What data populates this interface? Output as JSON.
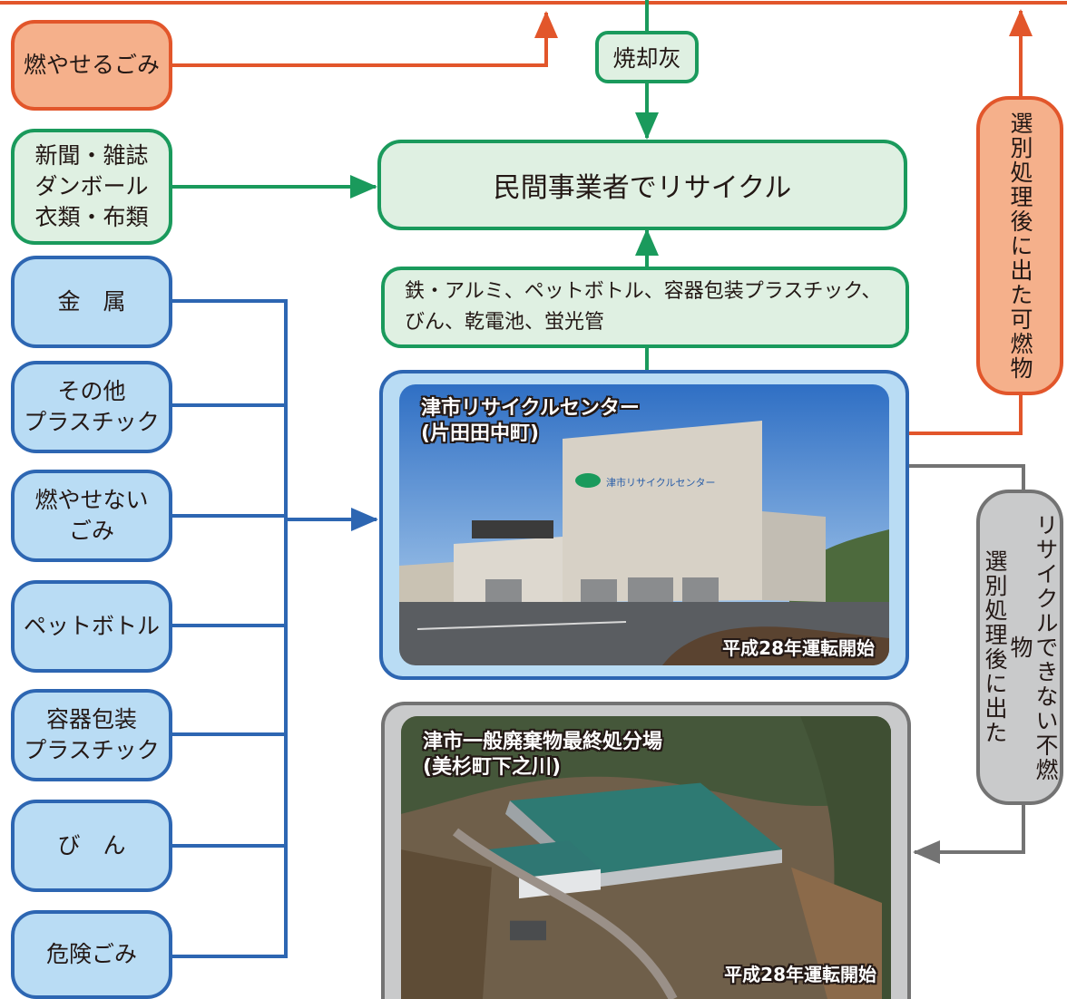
{
  "sources": {
    "burnable": "燃やせるごみ",
    "paper": [
      "新聞・雑誌",
      "ダンボール",
      "衣類・布類"
    ],
    "metal": "金　属",
    "other_plastic": [
      "その他",
      "プラスチック"
    ],
    "nonburnable": [
      "燃やせない",
      "ごみ"
    ],
    "pet": "ペットボトル",
    "container": [
      "容器包装",
      "プラスチック"
    ],
    "bottle": "び　ん",
    "hazardous": "危険ごみ"
  },
  "ash_label": "焼却灰",
  "private_recycle": "民間事業者でリサイクル",
  "recycle_materials": [
    "鉄・アルミ、ペットボトル、容器包装プラスチック、",
    "びん、乾電池、蛍光管"
  ],
  "recycle_center": {
    "name": "津市リサイクルセンター",
    "place": "(片田田中町)",
    "sign": "津市リサイクルセンター",
    "note": "平成28年運転開始"
  },
  "landfill": {
    "name": "津市一般廃棄物最終処分場",
    "place": "(美杉町下之川)",
    "note": "平成28年運転開始"
  },
  "burnable_residue": "選別処理後に出た可燃物",
  "nonrecyclable_residue": [
    "選別処理後に出た",
    "リサイクルできない不燃物"
  ],
  "colors": {
    "orange": "#e2562b",
    "green": "#1a9a5c",
    "blue": "#2d66b2",
    "gray": "#737373"
  }
}
